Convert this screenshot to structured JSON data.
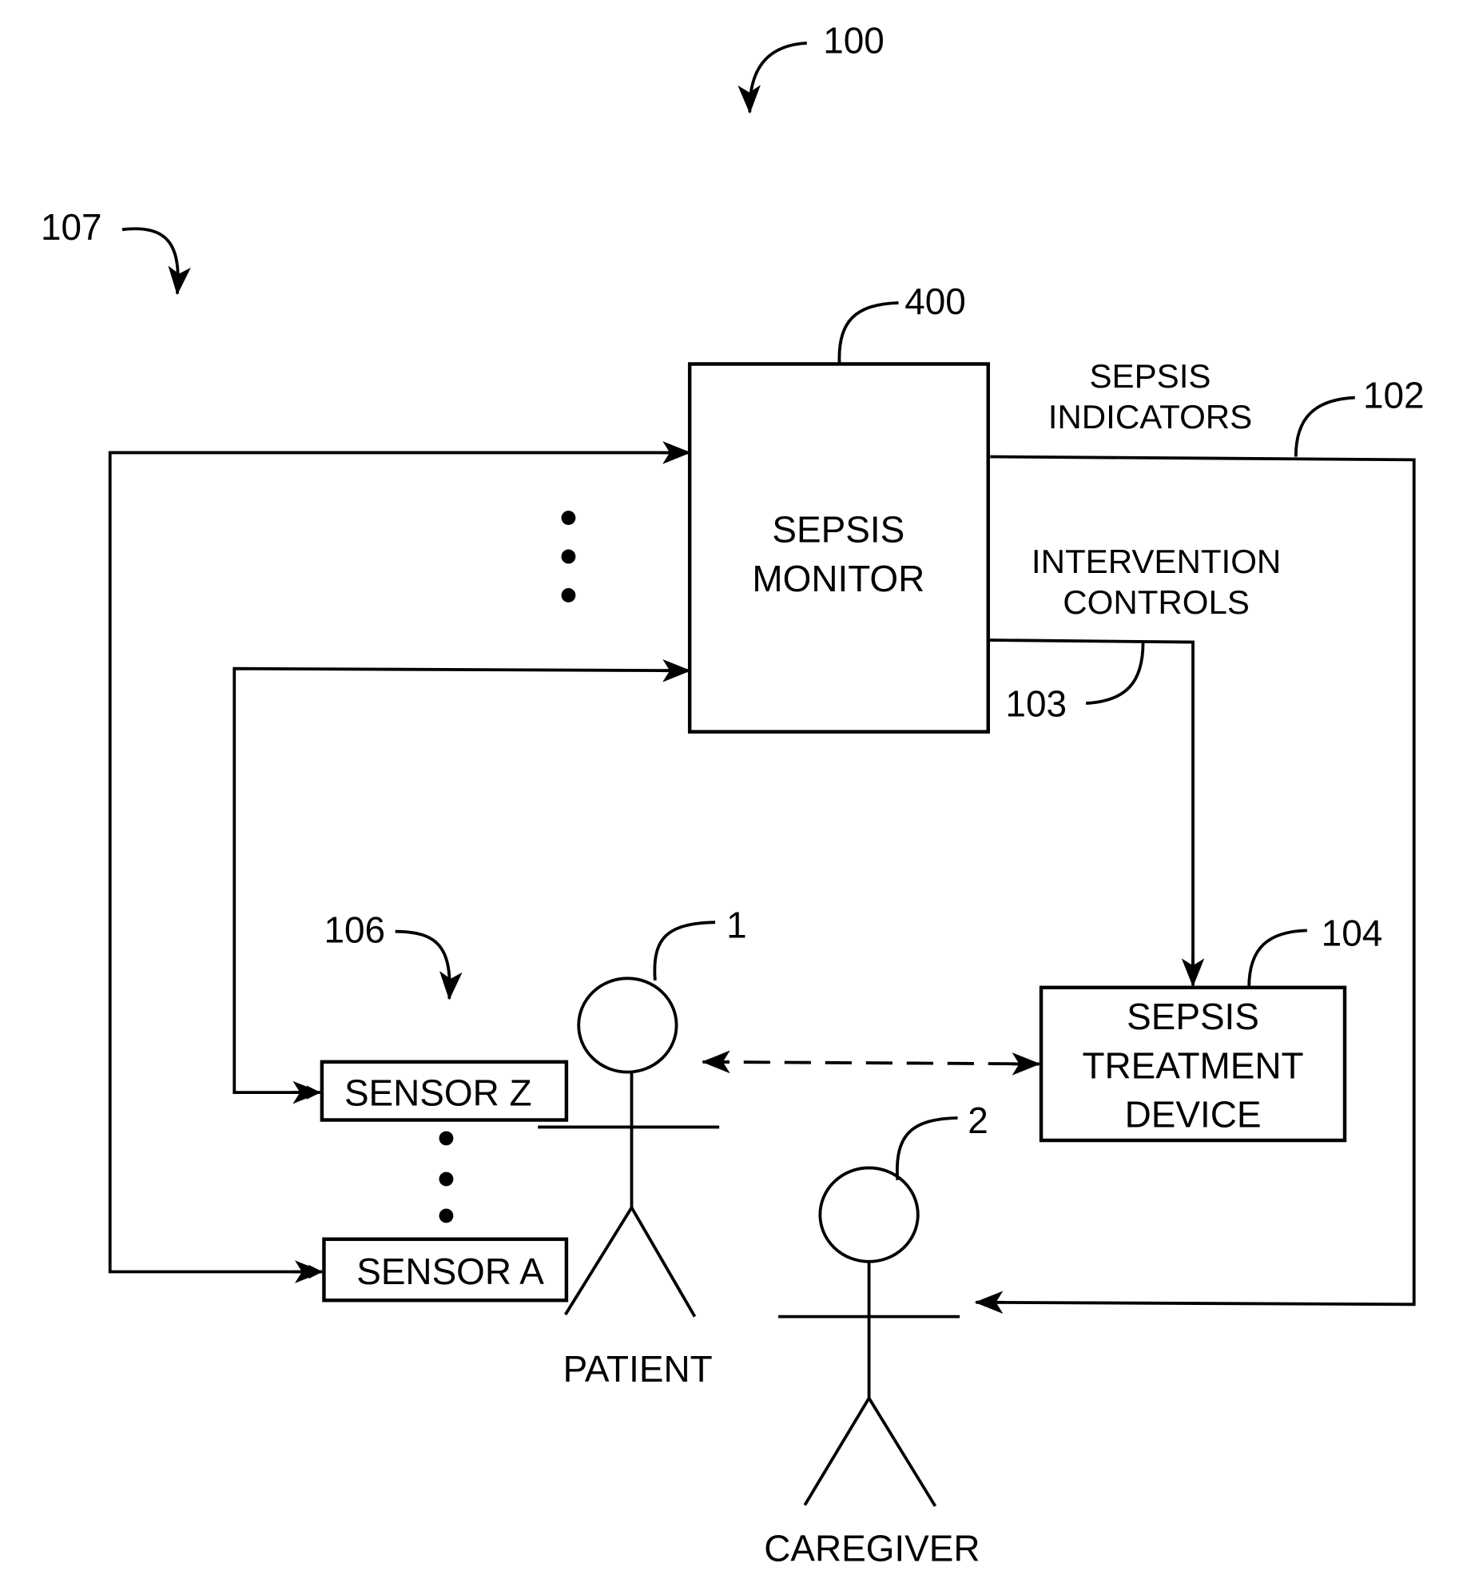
{
  "figure": {
    "reference": "100",
    "system_reference": "107",
    "sensors_reference": "106",
    "colors": {
      "ink": "#000000",
      "background": "#ffffff"
    }
  },
  "monitor": {
    "reference": "400",
    "line1": "SEPSIS",
    "line2": "MONITOR"
  },
  "indicators": {
    "reference": "102",
    "line1": "SEPSIS",
    "line2": "INDICATORS"
  },
  "controls": {
    "reference": "103",
    "line1": "INTERVENTION",
    "line2": "CONTROLS"
  },
  "treatment": {
    "reference": "104",
    "line1": "SEPSIS",
    "line2": "TREATMENT",
    "line3": "DEVICE"
  },
  "sensors": [
    {
      "label": "SENSOR Z"
    },
    {
      "label": "SENSOR A"
    }
  ],
  "patient": {
    "reference": "1",
    "label": "PATIENT"
  },
  "caregiver": {
    "reference": "2",
    "label": "CAREGIVER"
  }
}
